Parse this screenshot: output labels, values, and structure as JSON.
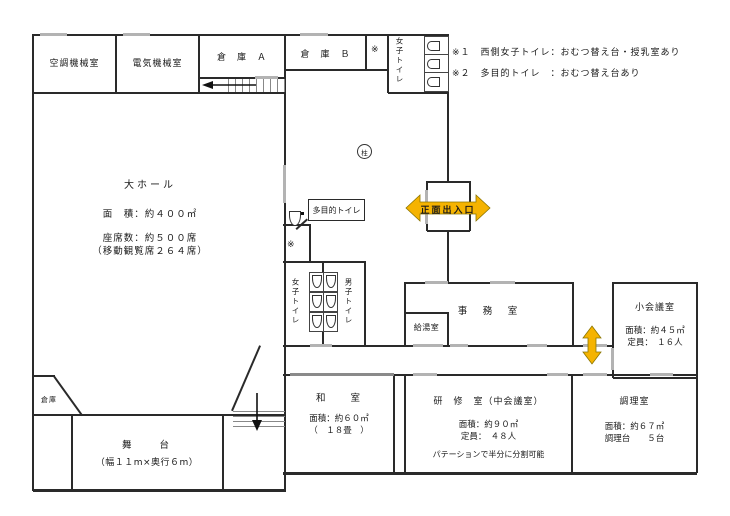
{
  "notes": {
    "note1": "※１　西側女子トイレ：おむつ替え台・授乳室あり",
    "note2": "※２　多目的トイレ　：おむつ替え台あり"
  },
  "rooms": {
    "aircon": {
      "name": "空調機械室"
    },
    "electrical": {
      "name": "電気機械室"
    },
    "storage_a": {
      "name": "倉　庫　Ａ"
    },
    "storage_b": {
      "name": "倉　庫　Ｂ"
    },
    "womens_toilet_west": {
      "name": "女子トイレ"
    },
    "hall": {
      "name": "大ホール",
      "area": "面　積：約４００㎡",
      "seats": "座席数：約５００席",
      "seats_note": "（移動観覧席２６４席）"
    },
    "multipurpose_toilet": {
      "name": "多目的トイレ"
    },
    "womens_toilet": {
      "name": "女子トイレ"
    },
    "mens_toilet": {
      "name": "男子トイレ"
    },
    "kitchenette": {
      "name": "給湯室"
    },
    "office": {
      "name": "事　務　室"
    },
    "small_meeting": {
      "name": "小会議室",
      "area": "面積：約４５㎡",
      "capacity": "定員：　１６人"
    },
    "washitsu": {
      "name": "和　　室",
      "area": "面積：約６０㎡",
      "tatami": "（　１８畳　）"
    },
    "training": {
      "name": "研　修　室（中会議室）",
      "area": "面積：約９０㎡",
      "capacity": "定員：　４８人",
      "note": "パテーションで半分に分割可能"
    },
    "cooking": {
      "name": "調理室",
      "area": "面積：約６７㎡",
      "counters": "調理台　　５台"
    },
    "stage": {
      "name": "舞　　台",
      "size": "（幅１１m×奥行６m）"
    },
    "stage_storage": {
      "name": "倉庫"
    }
  },
  "entrance": {
    "main": "正面出入口"
  },
  "symbols": {
    "pillar": "柱",
    "asterisk": "※"
  },
  "colors": {
    "arrow_fill": "#F5B301",
    "arrow_stroke": "#8B7500",
    "wall": "#2a2a2a",
    "door": "#b3b3b3"
  }
}
